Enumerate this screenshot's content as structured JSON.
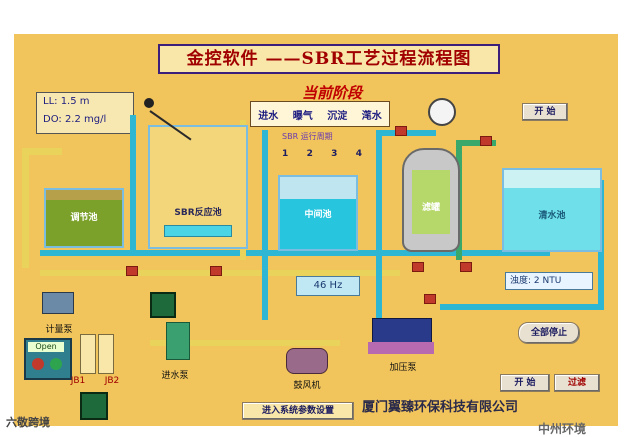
{
  "title": "金控软件 ——SBR工艺过程流程图",
  "stage": {
    "title": "当前阶段",
    "steps": [
      "进水",
      "曝气",
      "沉淀",
      "滗水"
    ],
    "sbr_caption": "SBR 运行周期",
    "sbr_numbers": [
      "1",
      "2",
      "3",
      "4"
    ]
  },
  "readout": {
    "ll": "LL:  1.5 m",
    "do": "DO:  2.2 mg/l"
  },
  "tanks": {
    "regulating": "调节池",
    "sbr": "SBR反应池",
    "intermediate": "中间池",
    "filter": "滤罐",
    "clear_water": "清水池"
  },
  "equipment": {
    "metering_pump": "计量泵",
    "inlet_pump": "进水泵",
    "blower": "鼓风机",
    "booster_pump": "加压泵",
    "jb1": "JB1",
    "jb2": "JB2"
  },
  "indicators": {
    "frequency": "46  Hz",
    "turbidity": "浊度:  2      NTU"
  },
  "buttons": {
    "start_top": "开 始",
    "stop_all": "全部停止",
    "start_bottom": "开 始",
    "filter": "过滤",
    "open": "Open",
    "system_params": "进入系统参数设置"
  },
  "watermarks": {
    "left": "六敬跨境",
    "company": "厦门翼臻环保科技有限公司",
    "corner": "中州环境"
  },
  "colors": {
    "background": "#f1c45c",
    "title_text": "#a10000",
    "water": "#27c6de",
    "sludge": "#7ba12a",
    "pipe": "#ead35a"
  }
}
